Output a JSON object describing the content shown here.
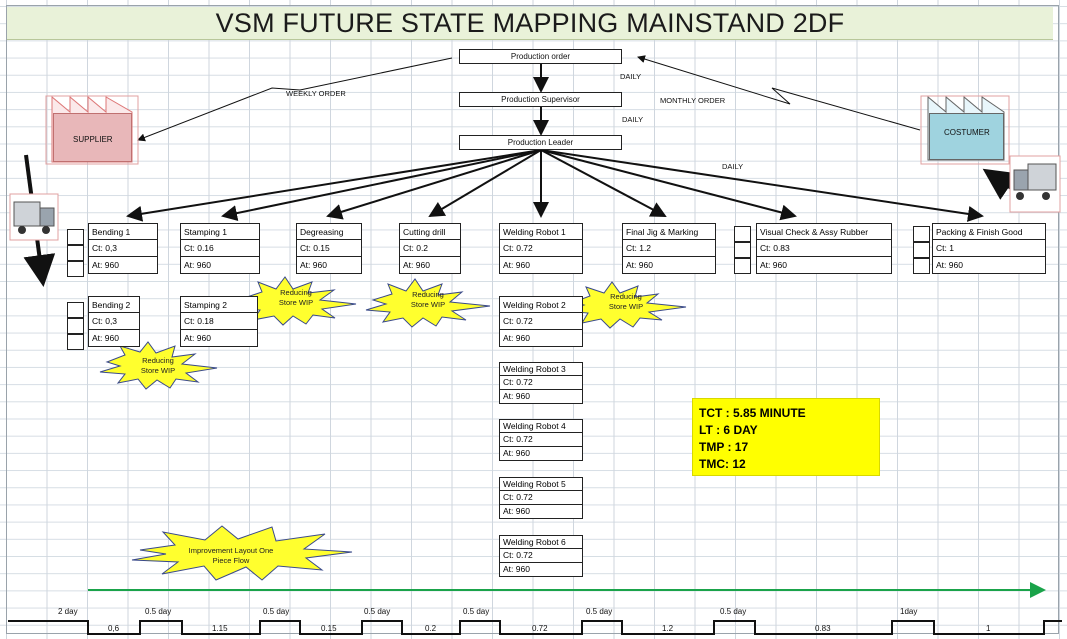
{
  "title": "VSM FUTURE STATE MAPPING MAINSTAND 2DF",
  "control": {
    "production_order": "Production order",
    "production_supervisor": "Production Supervisor",
    "production_leader": "Production Leader"
  },
  "labels": {
    "daily1": "DAILY",
    "daily2": "DAILY",
    "daily3": "DAILY",
    "weekly_order": "WEEKLY ORDER",
    "monthly_order": "MONTHLY ORDER"
  },
  "supplier": "SUPPLIER",
  "customer": "COSTUMER",
  "processes": [
    {
      "name": "Bending 1",
      "ct": "Ct: 0,3",
      "at": "At: 960"
    },
    {
      "name": "Bending 2",
      "ct": "Ct: 0,3",
      "at": "At: 960"
    },
    {
      "name": "Stamping 1",
      "ct": "Ct: 0.16",
      "at": "At: 960"
    },
    {
      "name": "Stamping 2",
      "ct": "Ct: 0.18",
      "at": "At: 960"
    },
    {
      "name": "Degreasing",
      "ct": "Ct: 0.15",
      "at": "At: 960"
    },
    {
      "name": "Cutting drill",
      "ct": "Ct: 0.2",
      "at": "At: 960"
    },
    {
      "name": "Welding Robot 1",
      "ct": "Ct: 0.72",
      "at": "At: 960"
    },
    {
      "name": "Welding Robot 2",
      "ct": "Ct: 0.72",
      "at": "At: 960"
    },
    {
      "name": "Welding Robot 3",
      "ct": "Ct: 0.72",
      "at": "At: 960"
    },
    {
      "name": "Welding Robot 4",
      "ct": "Ct: 0.72",
      "at": "At: 960"
    },
    {
      "name": "Welding Robot 5",
      "ct": "Ct: 0.72",
      "at": "At: 960"
    },
    {
      "name": "Welding Robot 6",
      "ct": "Ct: 0.72",
      "at": "At: 960"
    },
    {
      "name": "Final Jig & Marking",
      "ct": "Ct: 1.2",
      "at": "At: 960"
    },
    {
      "name": "Visual Check & Assy Rubber",
      "ct": "Ct: 0.83",
      "at": "At: 960"
    },
    {
      "name": "Packing & Finish Good",
      "ct": "Ct: 1",
      "at": "At: 960"
    }
  ],
  "kaizen": {
    "reduce1_a": "Reducing",
    "reduce1_b": "Store WIP",
    "reduce2_a": "Reducing",
    "reduce2_b": "Store WIP",
    "reduce3_a": "Reducing",
    "reduce3_b": "Store WIP",
    "reduce4_a": "Reducing",
    "reduce4_b": "Store WIP",
    "layout_a": "Improvement Layout One",
    "layout_b": "Piece Flow"
  },
  "summary": {
    "tct": "TCT : 5.85 MINUTE",
    "lt": "LT : 6 DAY",
    "tmp": "TMP : 17",
    "tmc": "TMC: 12"
  },
  "timeline": {
    "waits": [
      "2 day",
      "0.5 day",
      "0.5 day",
      "0.5 day",
      "0.5 day",
      "0.5 day",
      "0.5 day",
      "1day"
    ],
    "cycles": [
      "0,6",
      "1.15",
      "0.15",
      "0.2",
      "0.72",
      "1.2",
      "0.83",
      "1"
    ]
  },
  "colors": {
    "title_bg": "#e9f2d9",
    "supplier": "#e8b7b9",
    "customer": "#9fd3df",
    "summary": "#ffff00",
    "burst": "#ffff2e",
    "arrow_green": "#1aa34a"
  }
}
